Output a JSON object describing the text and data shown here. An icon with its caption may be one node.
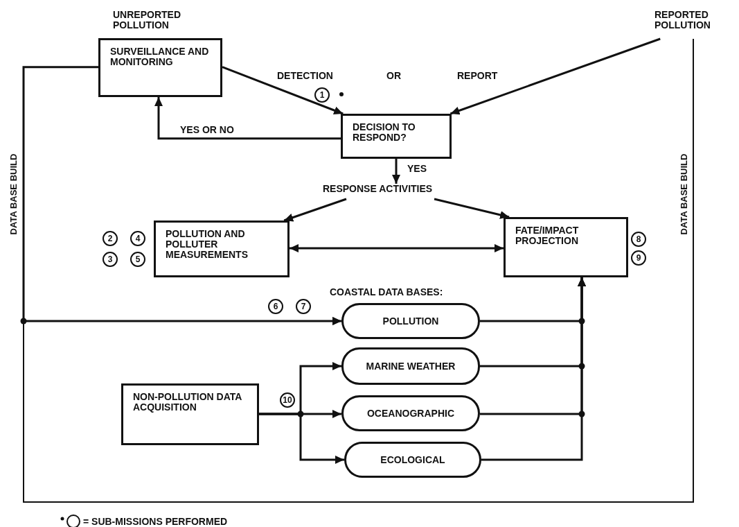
{
  "diagram": {
    "nodes": [
      {
        "text": [
          "SURVEILLANCE AND MONITORING"
        ]
      },
      {
        "text": [
          "REPORTED POLLUTION"
        ]
      },
      {
        "text": [
          "DECISION TO RESPOND?"
        ]
      },
      {
        "text": [
          "RESPONSE ACTIVITIES"
        ]
      },
      {
        "text": [
          "POLLUTION AND POLLUTER MEASUREMENTS"
        ],
        "beside": [
          "2",
          "4",
          "3",
          "5"
        ]
      },
      {
        "text": [
          "FATE/IMPACT PROJECTION"
        ],
        "beside": [
          "8",
          "9"
        ]
      },
      {
        "text": [
          "POLLUTION"
        ]
      },
      {
        "text": [
          "MARINE WEATHER"
        ]
      },
      {
        "text": [
          "OCEANOGRAPHIC"
        ]
      },
      {
        "text": [
          "ECOLOGICAL"
        ]
      },
      {
        "text": [
          "NON-POLLUTION DATA ACQUISITION"
        ]
      }
    ],
    "edges": [
      {
        "from": 0,
        "to": 2,
        "arrow": "to",
        "label": "DETECTION"
      },
      {
        "from": 1,
        "to": 2,
        "arrow": "to",
        "label": "REPORT"
      },
      {
        "from": 2,
        "to": 0,
        "arrow": "to",
        "label": "YES OR NO"
      },
      {
        "from": 2,
        "to": 3,
        "arrow": "to",
        "label": "YES"
      },
      {
        "from": 3,
        "to": 4,
        "arrow": "to"
      },
      {
        "from": 3,
        "to": 5,
        "arrow": "to"
      },
      {
        "from": 4,
        "to": 5,
        "arrow": "both"
      },
      {
        "from": 0,
        "to": 6,
        "arrow": "to"
      },
      {
        "from": 1,
        "to": 6,
        "arrow": "to"
      },
      {
        "from": 10,
        "to": 7,
        "arrow": "to"
      },
      {
        "from": 10,
        "to": 8,
        "arrow": "to"
      },
      {
        "from": 10,
        "to": 9,
        "arrow": "to"
      },
      {
        "from": 6,
        "to": 5,
        "arrow": "to"
      },
      {
        "from": 7,
        "to": 5,
        "arrow": "to"
      },
      {
        "from": 8,
        "to": 5,
        "arrow": "to"
      },
      {
        "from": 9,
        "to": 5,
        "arrow": "to"
      }
    ],
    "labels": [
      "UNREPORTED POLLUTION",
      "1",
      "OR",
      "DATA BASE BUILD",
      "DATA BASE BUILD",
      "COASTAL DATA BASES:",
      "6",
      "7",
      "10"
    ],
    "legend": [
      {
        "text": "= SUB-MISSIONS PERFORMED"
      }
    ]
  }
}
